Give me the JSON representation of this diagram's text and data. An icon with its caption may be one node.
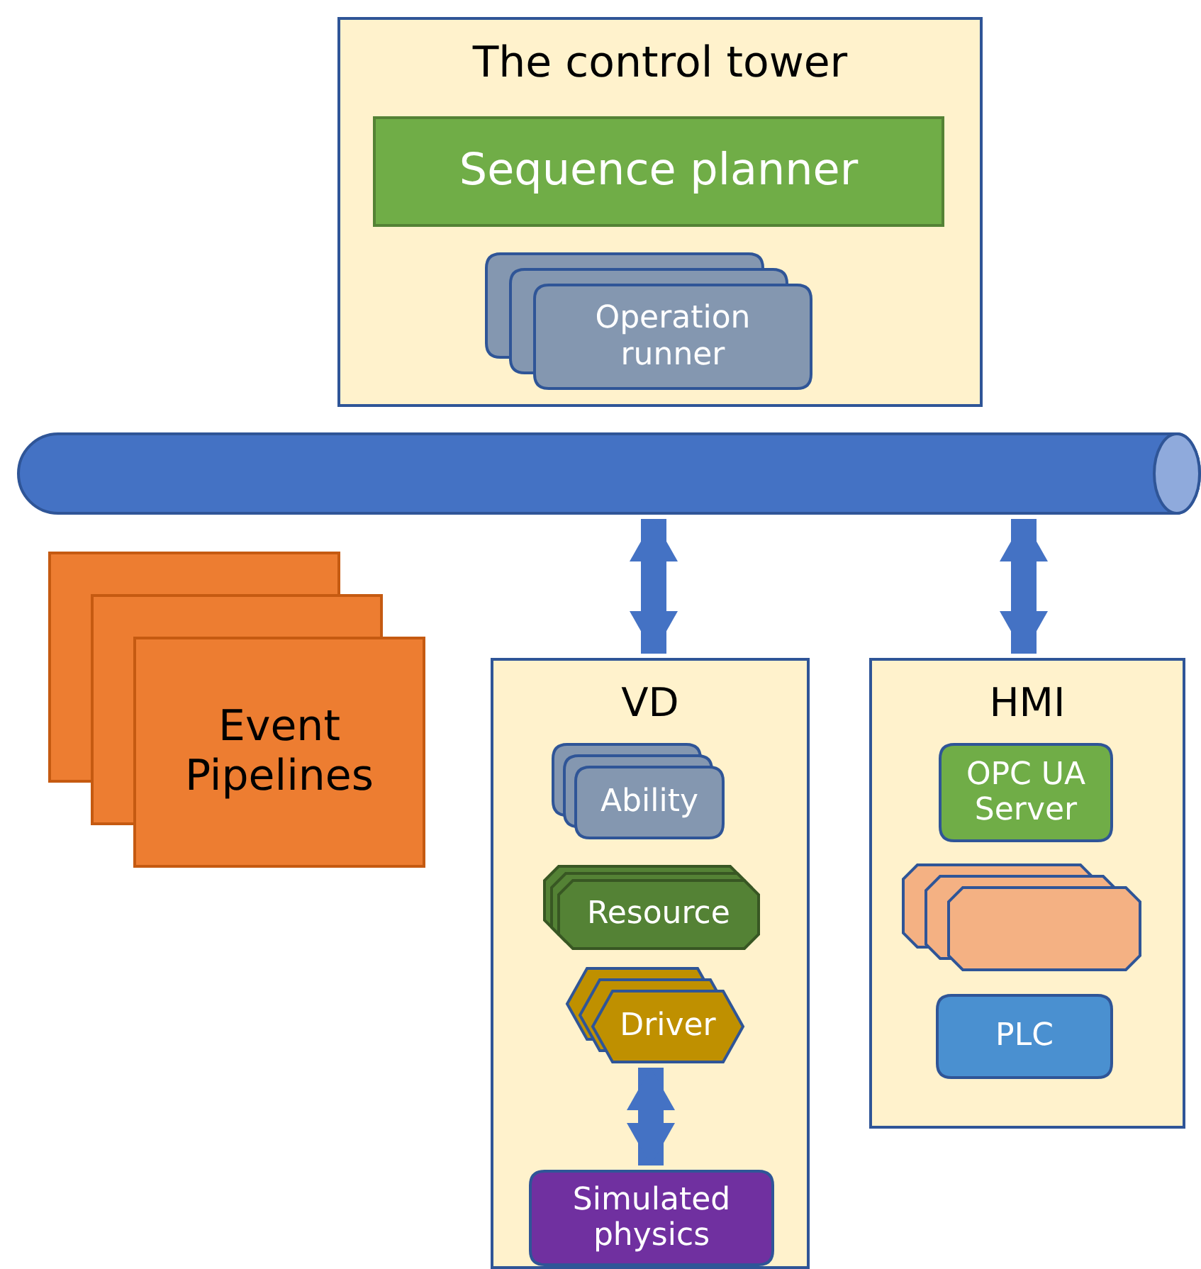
{
  "diagram": {
    "nodes": [
      {
        "text": [
          "The control tower"
        ]
      },
      {
        "text": [
          "Sequence planner"
        ],
        "in": 0
      },
      {
        "text": [
          "Operation runner"
        ],
        "in": 0
      },
      {
        "text": [],
        "shape": "cylinder"
      },
      {
        "text": [
          "Event Pipelines"
        ]
      },
      {
        "text": [
          "VD"
        ]
      },
      {
        "text": [
          "Ability"
        ],
        "in": 5
      },
      {
        "text": [
          "Resource"
        ],
        "in": 5
      },
      {
        "text": [
          "Driver"
        ],
        "in": 5
      },
      {
        "text": [
          "Simulated physics"
        ],
        "in": 5
      },
      {
        "text": [
          "HMI"
        ]
      },
      {
        "text": [
          "OPC UA Server"
        ],
        "in": 10
      },
      {
        "text": [],
        "shape": "box",
        "in": 10
      },
      {
        "text": [
          "PLC"
        ],
        "in": 10
      }
    ],
    "edges": [
      {
        "from": 3,
        "to": 5,
        "arrow": "both"
      },
      {
        "from": 3,
        "to": 10,
        "arrow": "both"
      },
      {
        "from": 8,
        "to": 9,
        "arrow": "both"
      }
    ]
  }
}
